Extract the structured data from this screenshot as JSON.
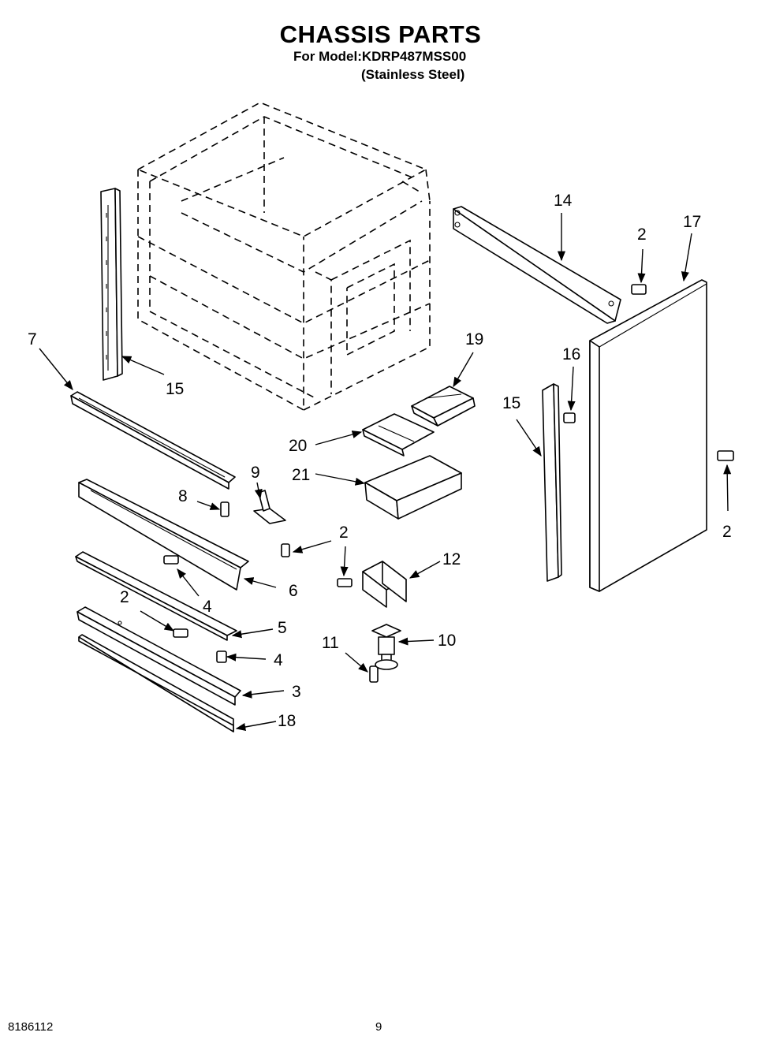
{
  "header": {
    "title": "CHASSIS PARTS",
    "model_line": "For Model:KDRP487MSS00",
    "finish_line": "(Stainless Steel)"
  },
  "callouts": [
    {
      "id": "c14",
      "label": "14"
    },
    {
      "id": "c2a",
      "label": "2"
    },
    {
      "id": "c17",
      "label": "17"
    },
    {
      "id": "c7",
      "label": "7"
    },
    {
      "id": "c15a",
      "label": "15"
    },
    {
      "id": "c19",
      "label": "19"
    },
    {
      "id": "c16",
      "label": "16"
    },
    {
      "id": "c15b",
      "label": "15"
    },
    {
      "id": "c20",
      "label": "20"
    },
    {
      "id": "c21",
      "label": "21"
    },
    {
      "id": "c9",
      "label": "9"
    },
    {
      "id": "c8",
      "label": "8"
    },
    {
      "id": "c2b",
      "label": "2"
    },
    {
      "id": "c2c",
      "label": "2"
    },
    {
      "id": "c12",
      "label": "12"
    },
    {
      "id": "c6",
      "label": "6"
    },
    {
      "id": "c2d",
      "label": "2"
    },
    {
      "id": "c4a",
      "label": "4"
    },
    {
      "id": "c5",
      "label": "5"
    },
    {
      "id": "c4b",
      "label": "4"
    },
    {
      "id": "c11",
      "label": "11"
    },
    {
      "id": "c10",
      "label": "10"
    },
    {
      "id": "c3",
      "label": "3"
    },
    {
      "id": "c18",
      "label": "18"
    }
  ],
  "footer": {
    "doc_number": "8186112",
    "page_number": "9"
  }
}
